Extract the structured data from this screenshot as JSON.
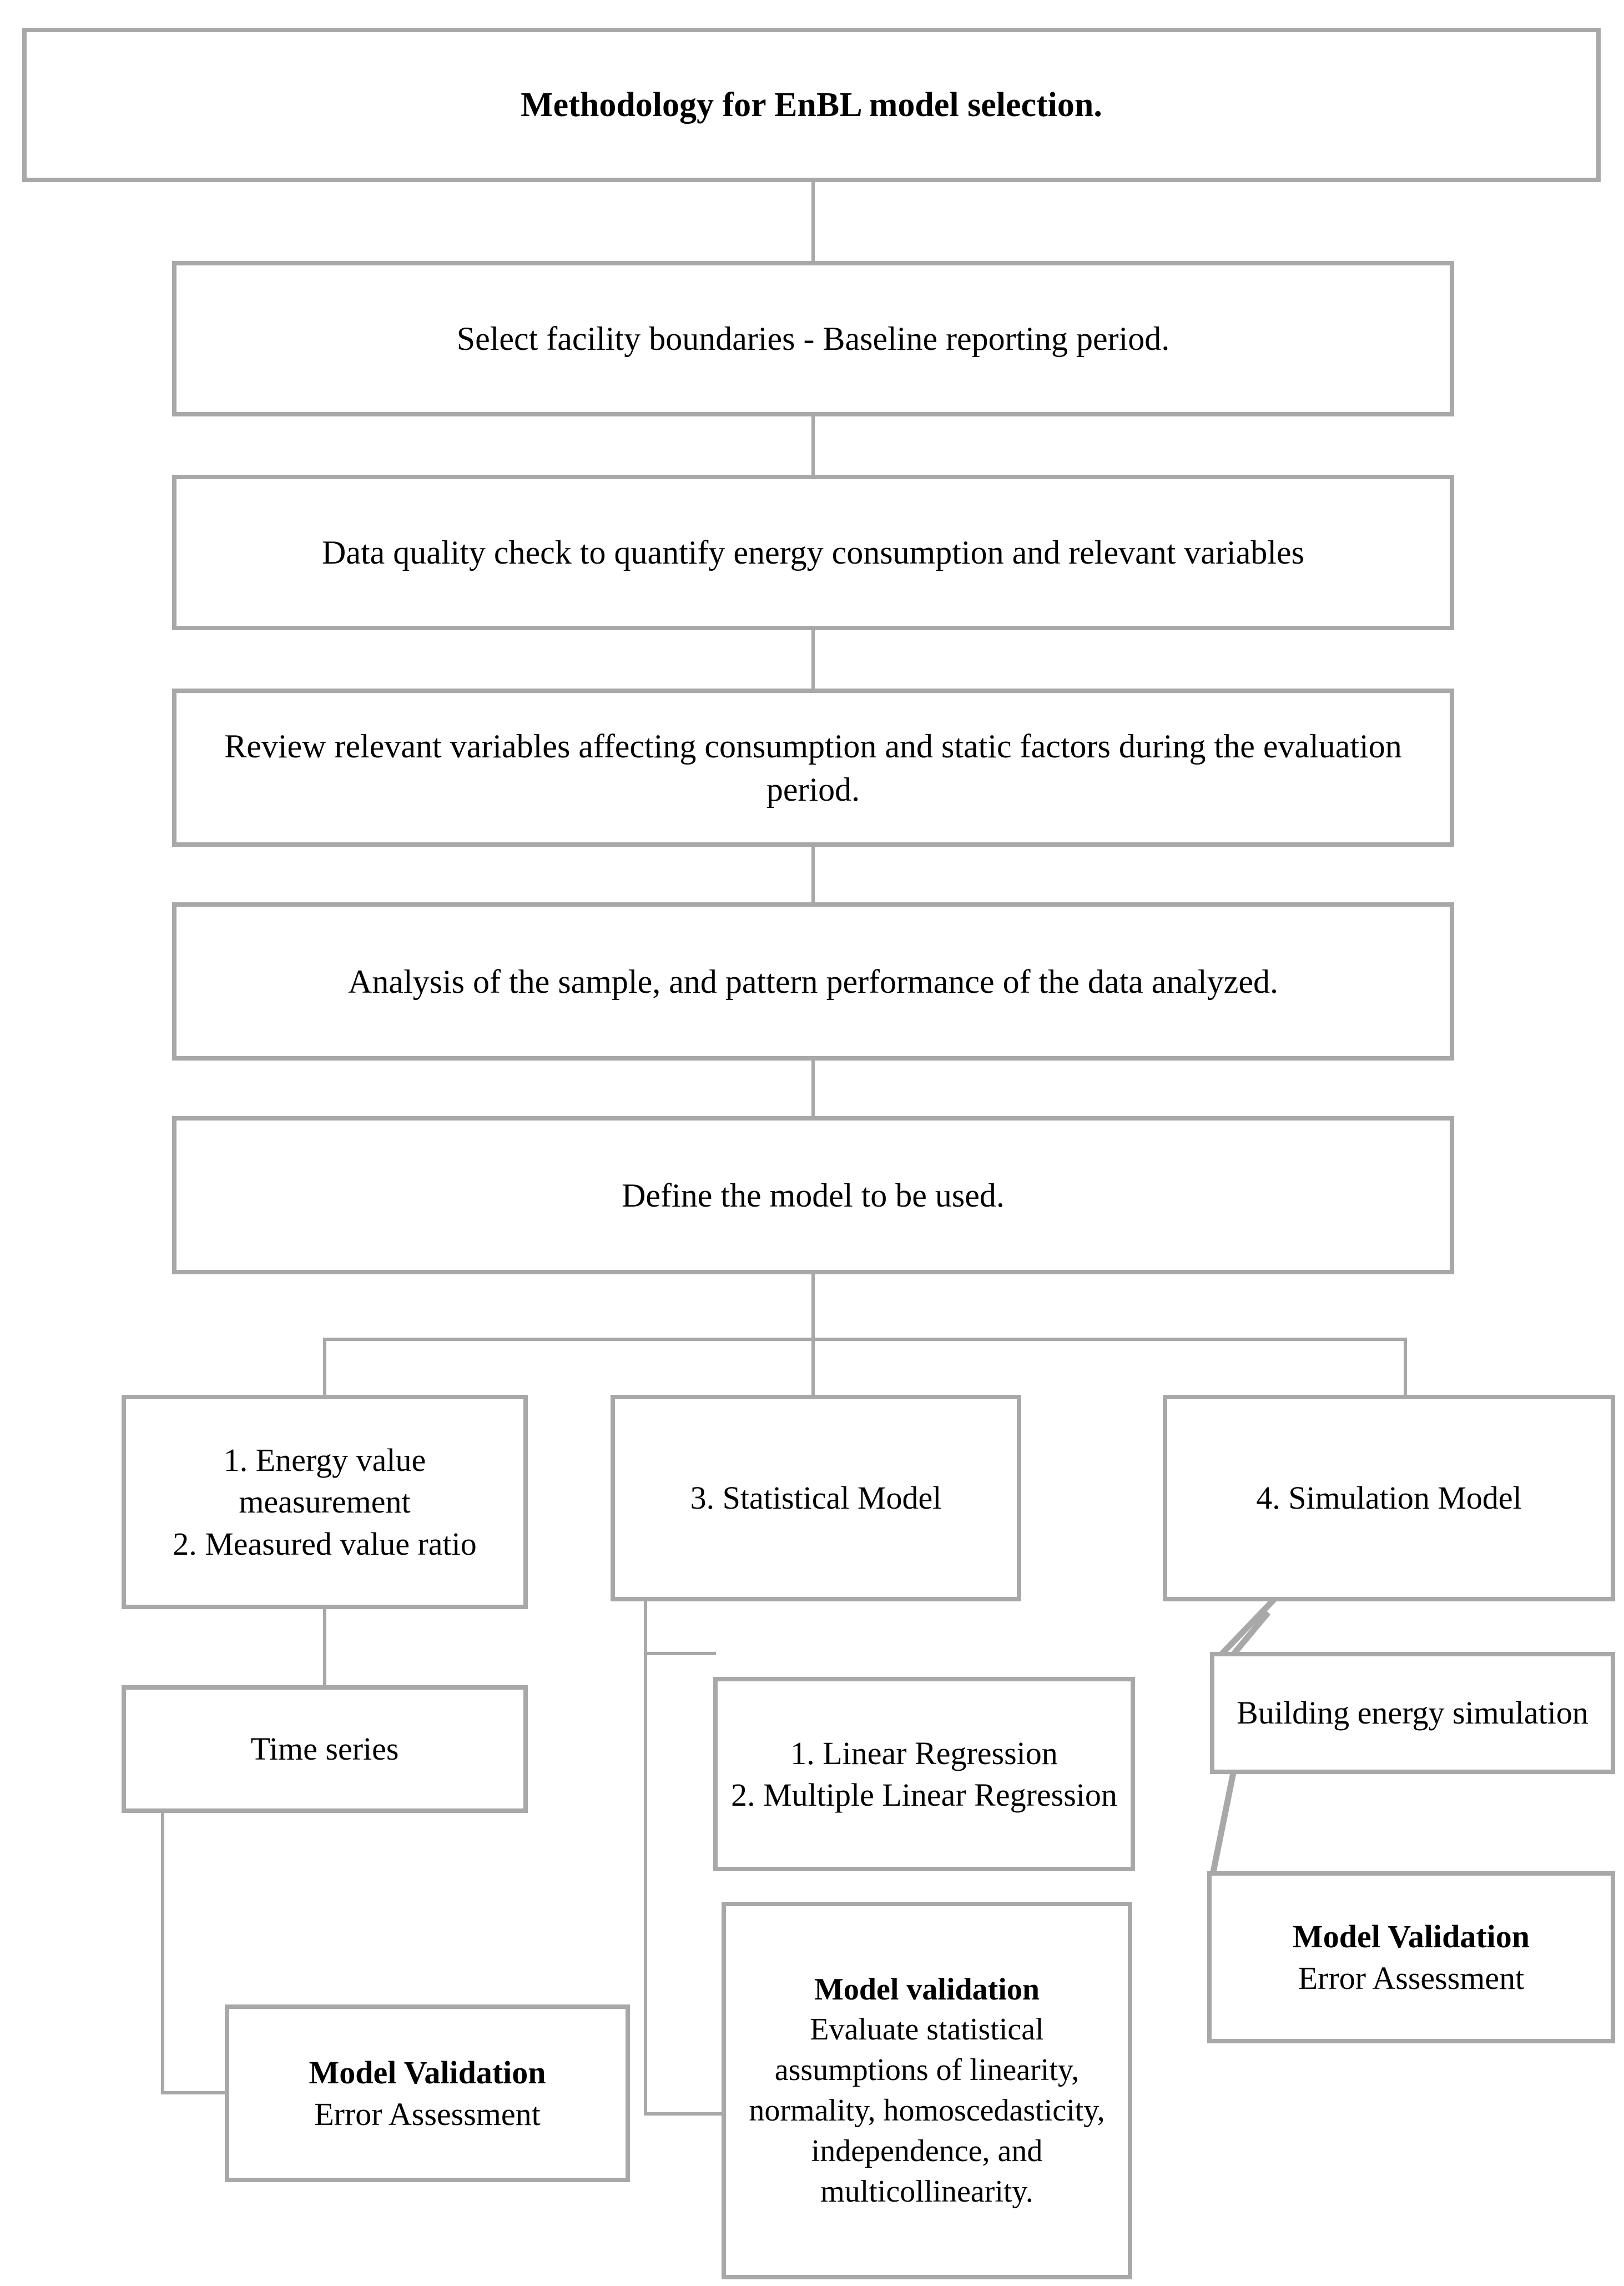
{
  "diagram": {
    "title": "Methodology for EnBL model selection.",
    "accent_color": "#a8a8a8",
    "text_color": "#000000",
    "background_color": "#ffffff"
  },
  "nodes": {
    "title": {
      "text": "Methodology for EnBL model selection."
    },
    "boundaries": {
      "text": "Select facility boundaries - Baseline reporting period."
    },
    "quality": {
      "text": "Data quality check to quantify energy consumption and relevant variables"
    },
    "review": {
      "text": "Review relevant variables affecting consumption and static factors during the evaluation period."
    },
    "analysis": {
      "text": "Analysis of the sample, and pattern performance of the data analyzed."
    },
    "define": {
      "text": "Define the model to be used."
    },
    "energy": {
      "line1": "1. Energy value measurement",
      "line2": "2. Measured value ratio"
    },
    "statistical": {
      "text": "3. Statistical Model"
    },
    "simulation": {
      "text": "4. Simulation Model"
    },
    "timeseries": {
      "text": "Time series"
    },
    "linreg": {
      "line1": "1. Linear Regression",
      "line2": "2. Multiple Linear Regression"
    },
    "building_sim": {
      "text": "Building energy simulation"
    },
    "validation_left": {
      "heading": "Model Validation",
      "body": "Error Assessment"
    },
    "validation_mid": {
      "heading": "Model validation",
      "body": "Evaluate statistical assumptions of linearity, normality, homoscedasticity, independence, and multicollinearity."
    },
    "validation_right": {
      "heading": "Model Validation",
      "body": "Error Assessment"
    }
  }
}
